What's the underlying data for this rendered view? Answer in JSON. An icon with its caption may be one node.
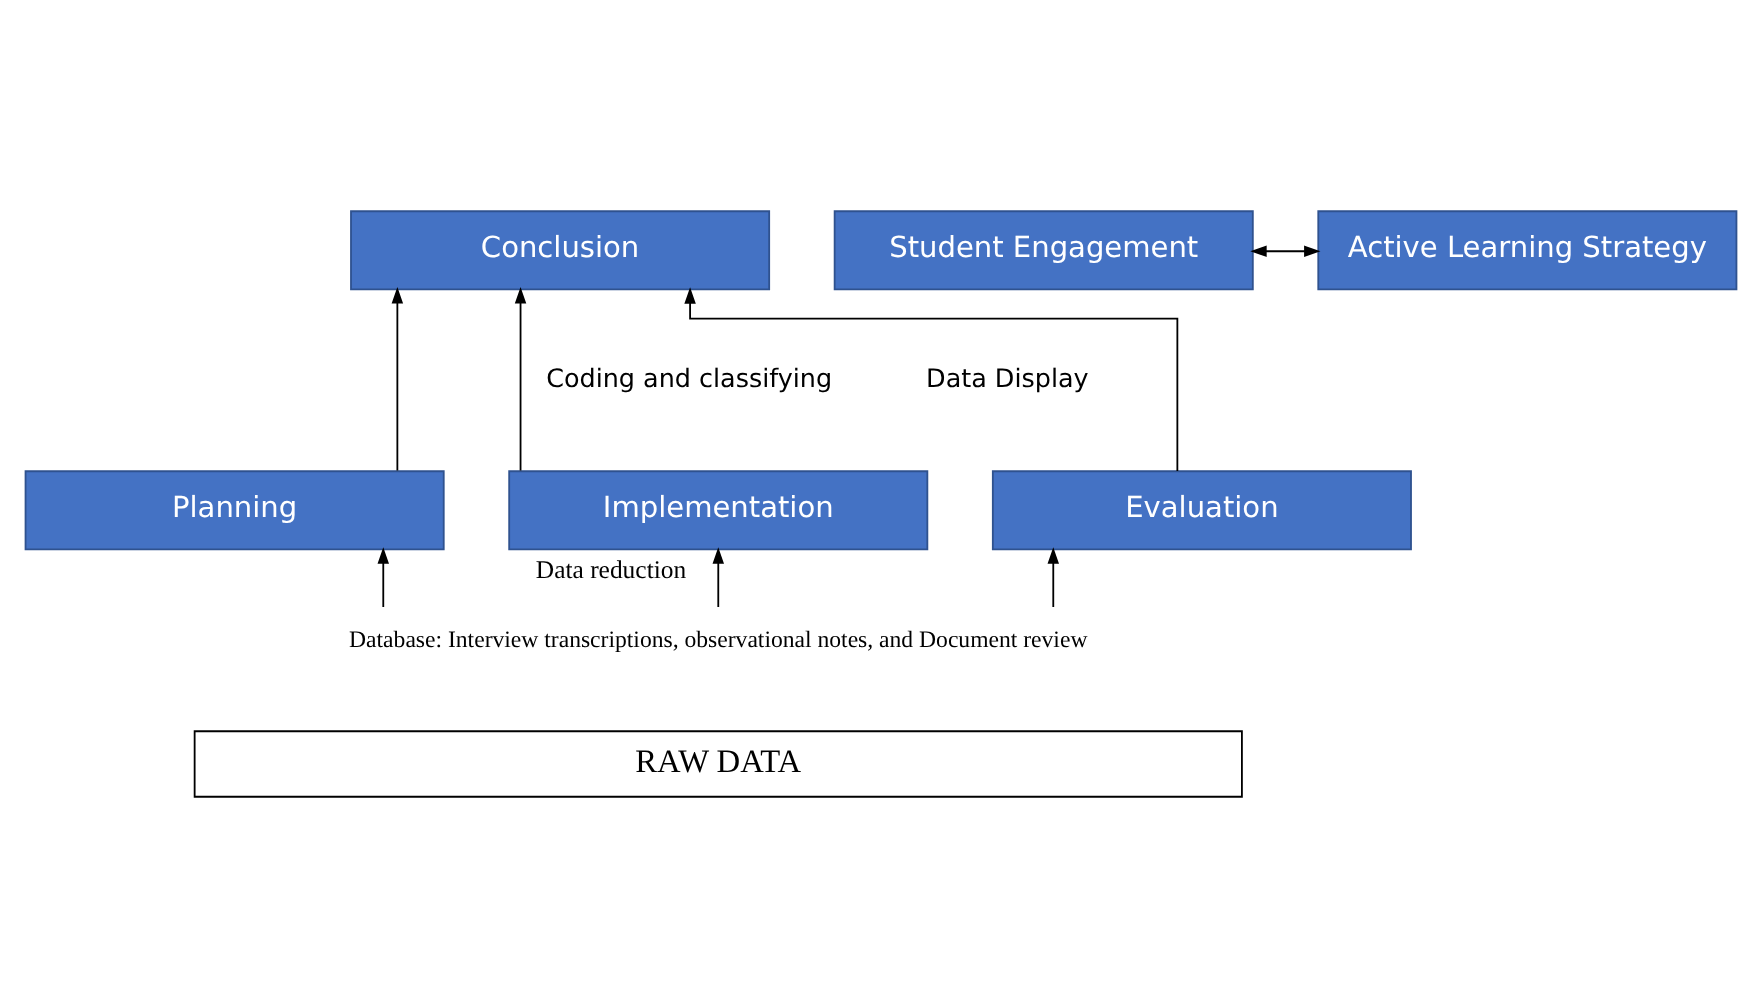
{
  "diagram": {
    "nodes": [
      {
        "text": [
          "Conclusion"
        ]
      },
      {
        "text": [
          "Planning"
        ]
      },
      {
        "text": [
          "Implementation"
        ]
      },
      {
        "text": [
          "Evaluation"
        ]
      },
      {
        "text": [
          "Student Engagement"
        ]
      },
      {
        "text": [
          "Active Learning Strategy"
        ]
      },
      {
        "text": [
          "Database: Interview transcriptions, observational notes, and Document review"
        ]
      },
      {
        "text": [
          "RAW DATA"
        ]
      }
    ],
    "edges": [
      {
        "from": 1,
        "to": 0,
        "arrow": "to"
      },
      {
        "from": 2,
        "to": 0,
        "arrow": "to"
      },
      {
        "from": 3,
        "to": 0,
        "arrow": "to"
      },
      {
        "from": 6,
        "to": 1,
        "arrow": "to"
      },
      {
        "from": 6,
        "to": 2,
        "arrow": "to",
        "label": "Data reduction"
      },
      {
        "from": 6,
        "to": 3,
        "arrow": "to"
      },
      {
        "from": 4,
        "to": 5,
        "arrow": "both"
      }
    ],
    "labels": [
      "Coding and classifying",
      "Data Display"
    ]
  }
}
